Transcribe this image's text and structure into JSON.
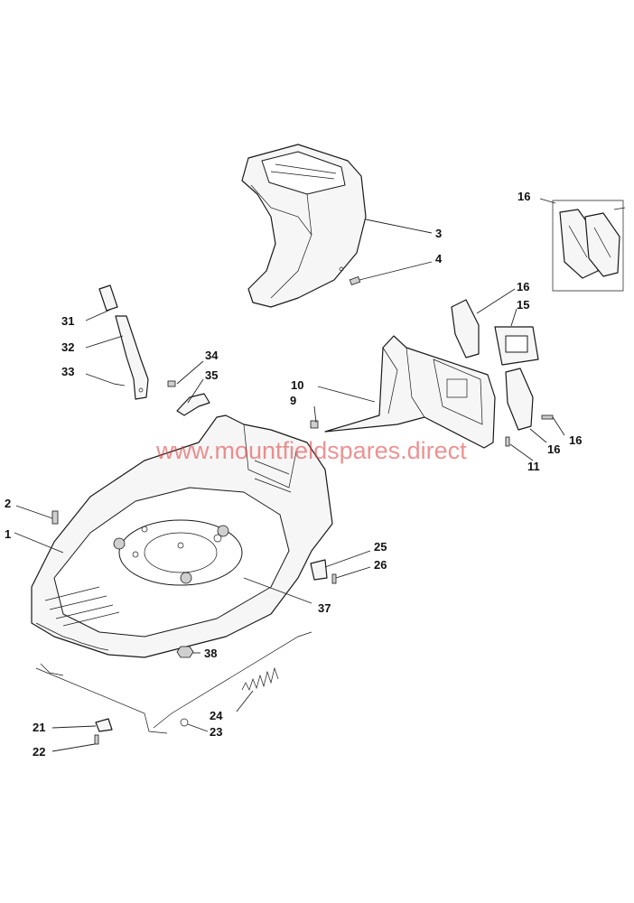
{
  "watermark": "www.mountfieldspares.direct",
  "callouts": {
    "c1": "1",
    "c2": "2",
    "c3": "3",
    "c4": "4",
    "c9": "9",
    "c10": "10",
    "c11": "11",
    "c15": "15",
    "c16a": "16",
    "c16b": "16",
    "c16c": "16",
    "c16d": "16",
    "c21": "21",
    "c22": "22",
    "c23": "23",
    "c24": "24",
    "c25": "25",
    "c26": "26",
    "c31": "31",
    "c32": "32",
    "c33": "33",
    "c34": "34",
    "c35": "35",
    "c37": "37",
    "c38": "38"
  }
}
